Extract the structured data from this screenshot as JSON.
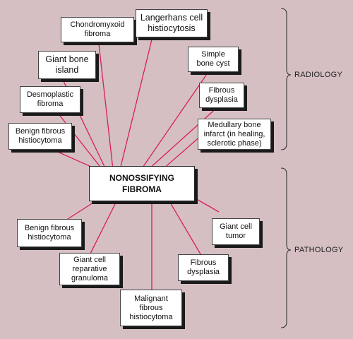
{
  "center": {
    "text": "NONOSSIFYING\nFIBROMA"
  },
  "groups": {
    "radiology": "RADIOLOGY",
    "pathology": "PATHOLOGY"
  },
  "radiology_items": [
    "Chondromyxoid\nfibroma",
    "Langerhans cell\nhistiocytosis",
    "Giant bone\nisland",
    "Simple\nbone cyst",
    "Desmoplastic\nfibroma",
    "Fibrous\ndysplasia",
    "Benign fibrous\nhistiocytoma",
    "Medullary bone\ninfarct (in healing,\nsclerotic phase)"
  ],
  "pathology_items": [
    "Benign fibrous\nhistiocytoma",
    "Giant cell\ntumor",
    "Giant cell\nreparative\ngranuloma",
    "Fibrous\ndysplasia",
    "Malignant\nfibrous\nhistiocytoma"
  ],
  "colors": {
    "background": "#d5bfc3",
    "connector": "#d81e5b",
    "bracket": "#333333"
  }
}
